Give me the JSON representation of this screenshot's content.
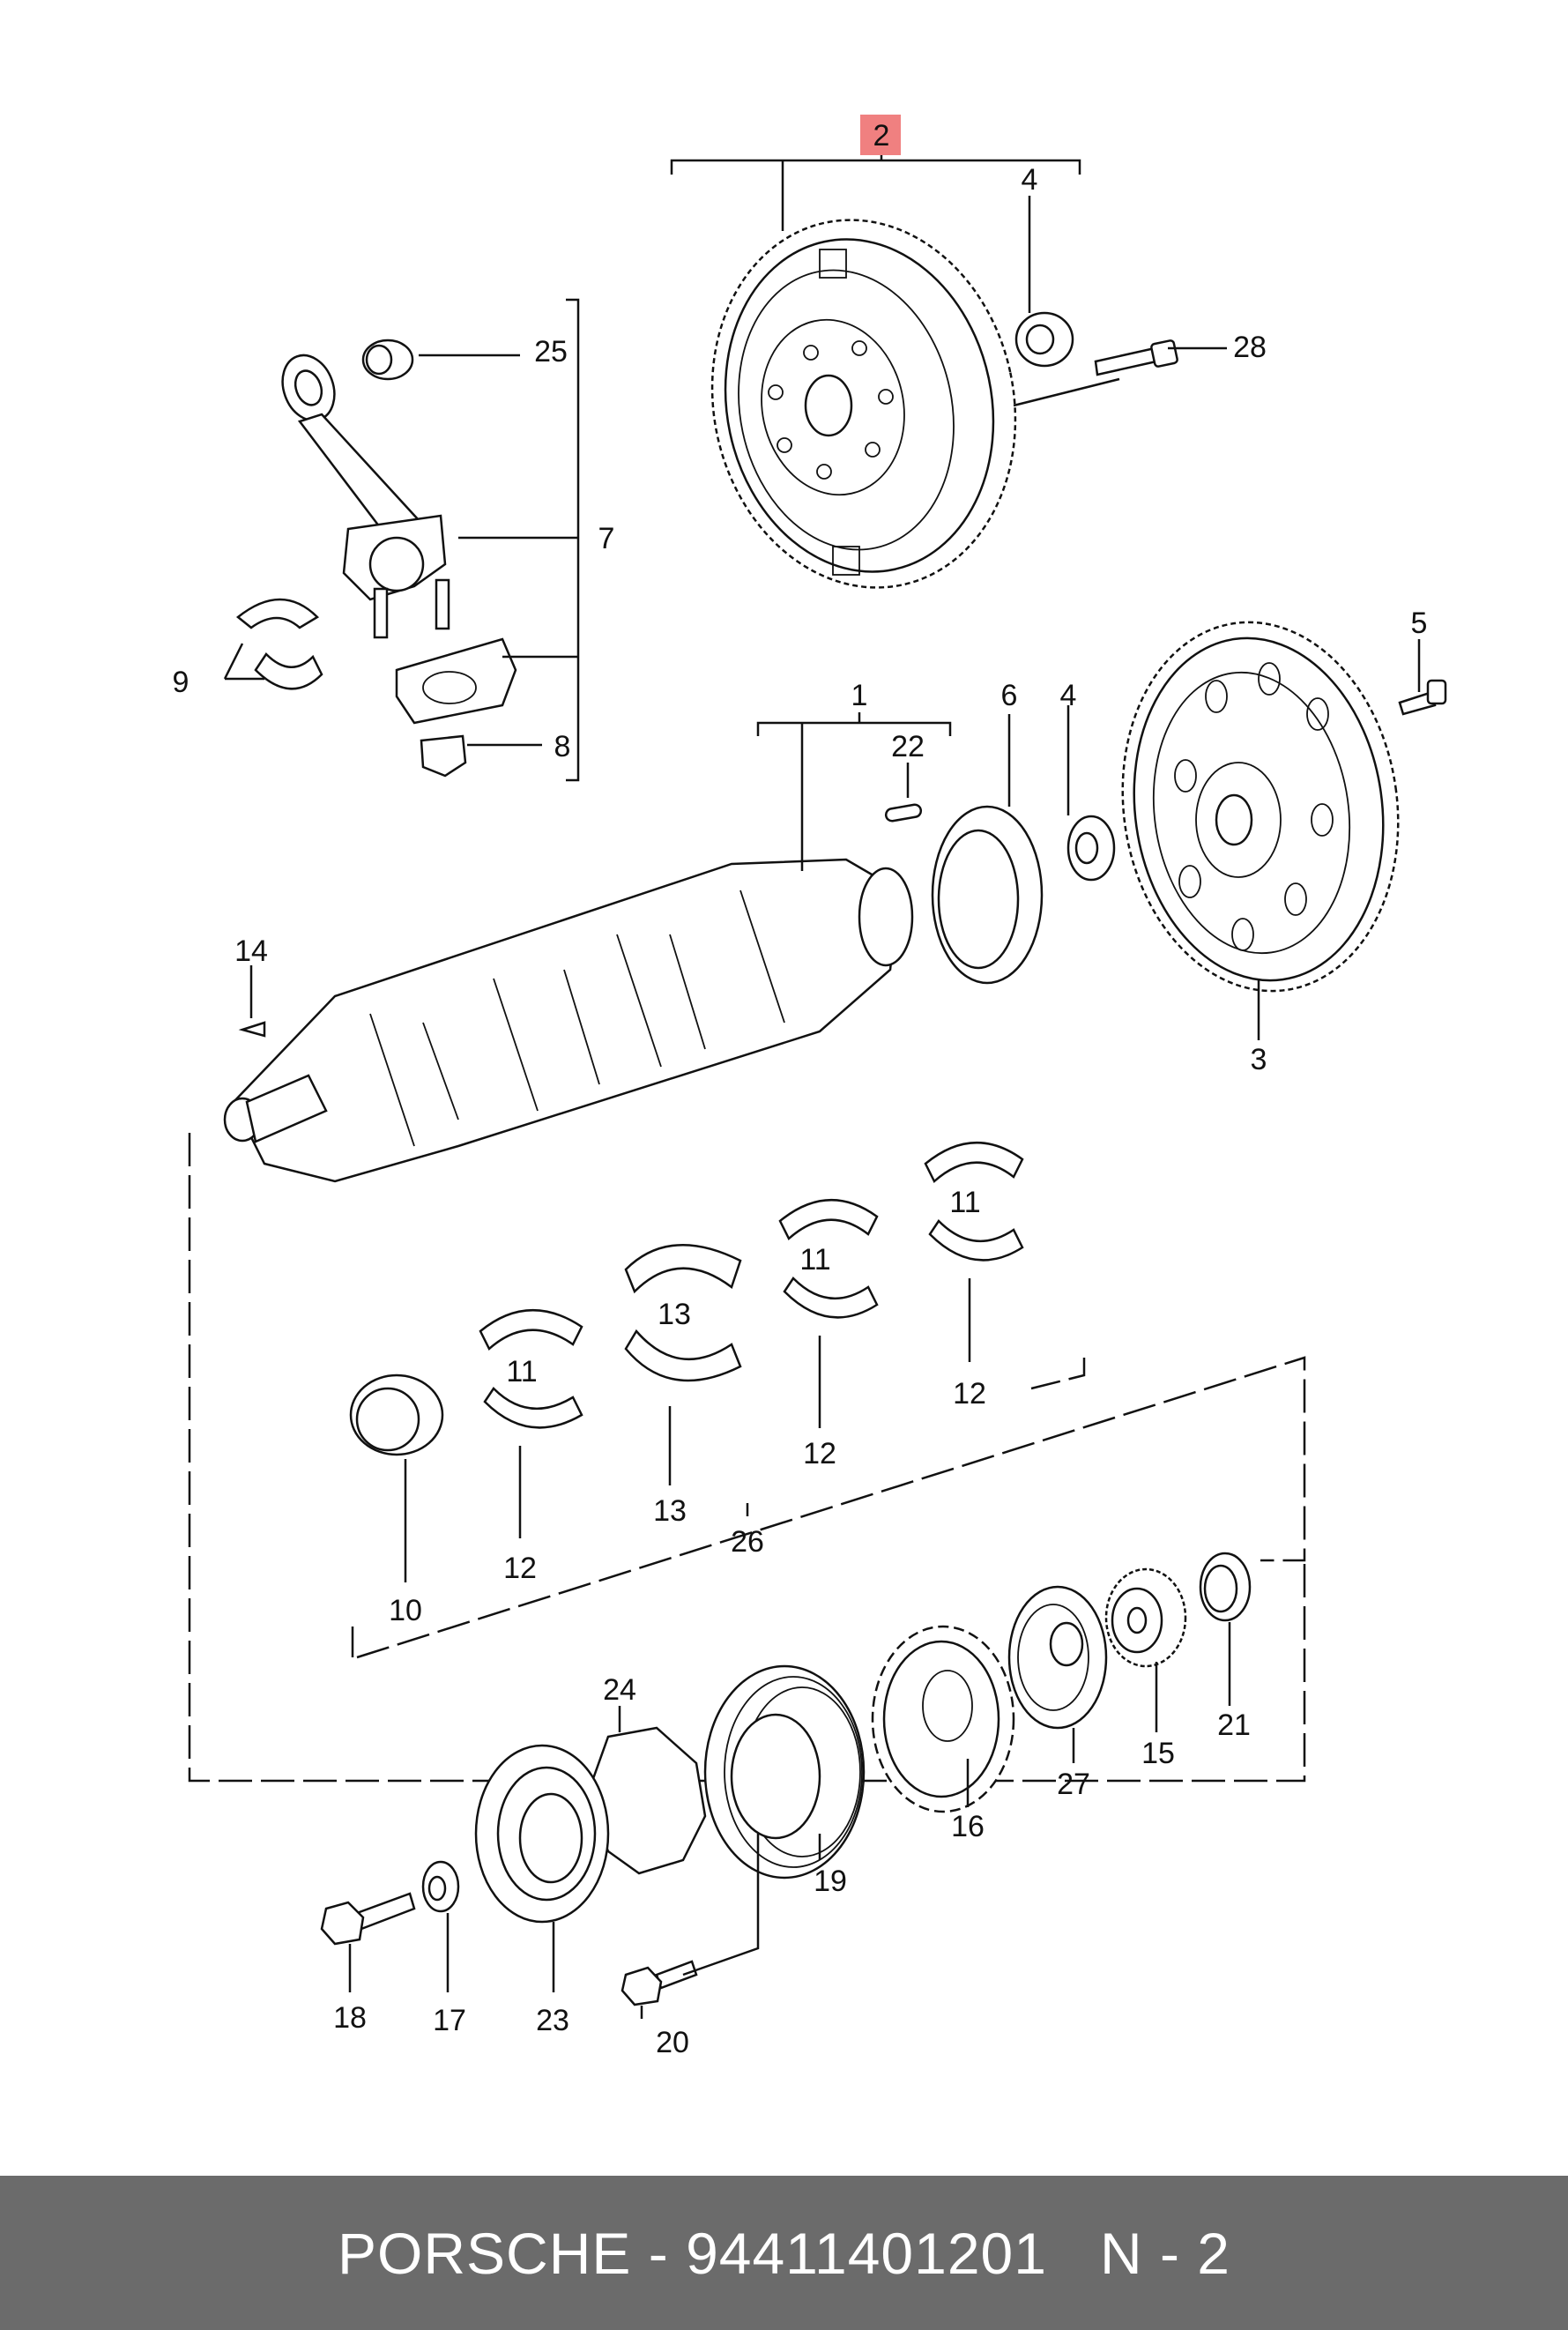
{
  "diagram": {
    "highlight_color": "#f08080",
    "labels": {
      "p1": "1",
      "p2": "2",
      "p3": "3",
      "p4a": "4",
      "p4b": "4",
      "p5": "5",
      "p6": "6",
      "p7": "7",
      "p8": "8",
      "p9": "9",
      "p10": "10",
      "p11a": "11",
      "p11b": "11",
      "p11c": "11",
      "p12a": "12",
      "p12b": "12",
      "p12c": "12",
      "p13a": "13",
      "p13b": "13",
      "p14": "14",
      "p15": "15",
      "p16": "16",
      "p17": "17",
      "p18": "18",
      "p19": "19",
      "p20": "20",
      "p21": "21",
      "p22": "22",
      "p23": "23",
      "p24": "24",
      "p25": "25",
      "p26": "26",
      "p27": "27",
      "p28": "28"
    }
  },
  "footer": {
    "brand": "PORSCHE",
    "separator": " - ",
    "part_number": "94411401201",
    "page_ref": "N - 2"
  }
}
